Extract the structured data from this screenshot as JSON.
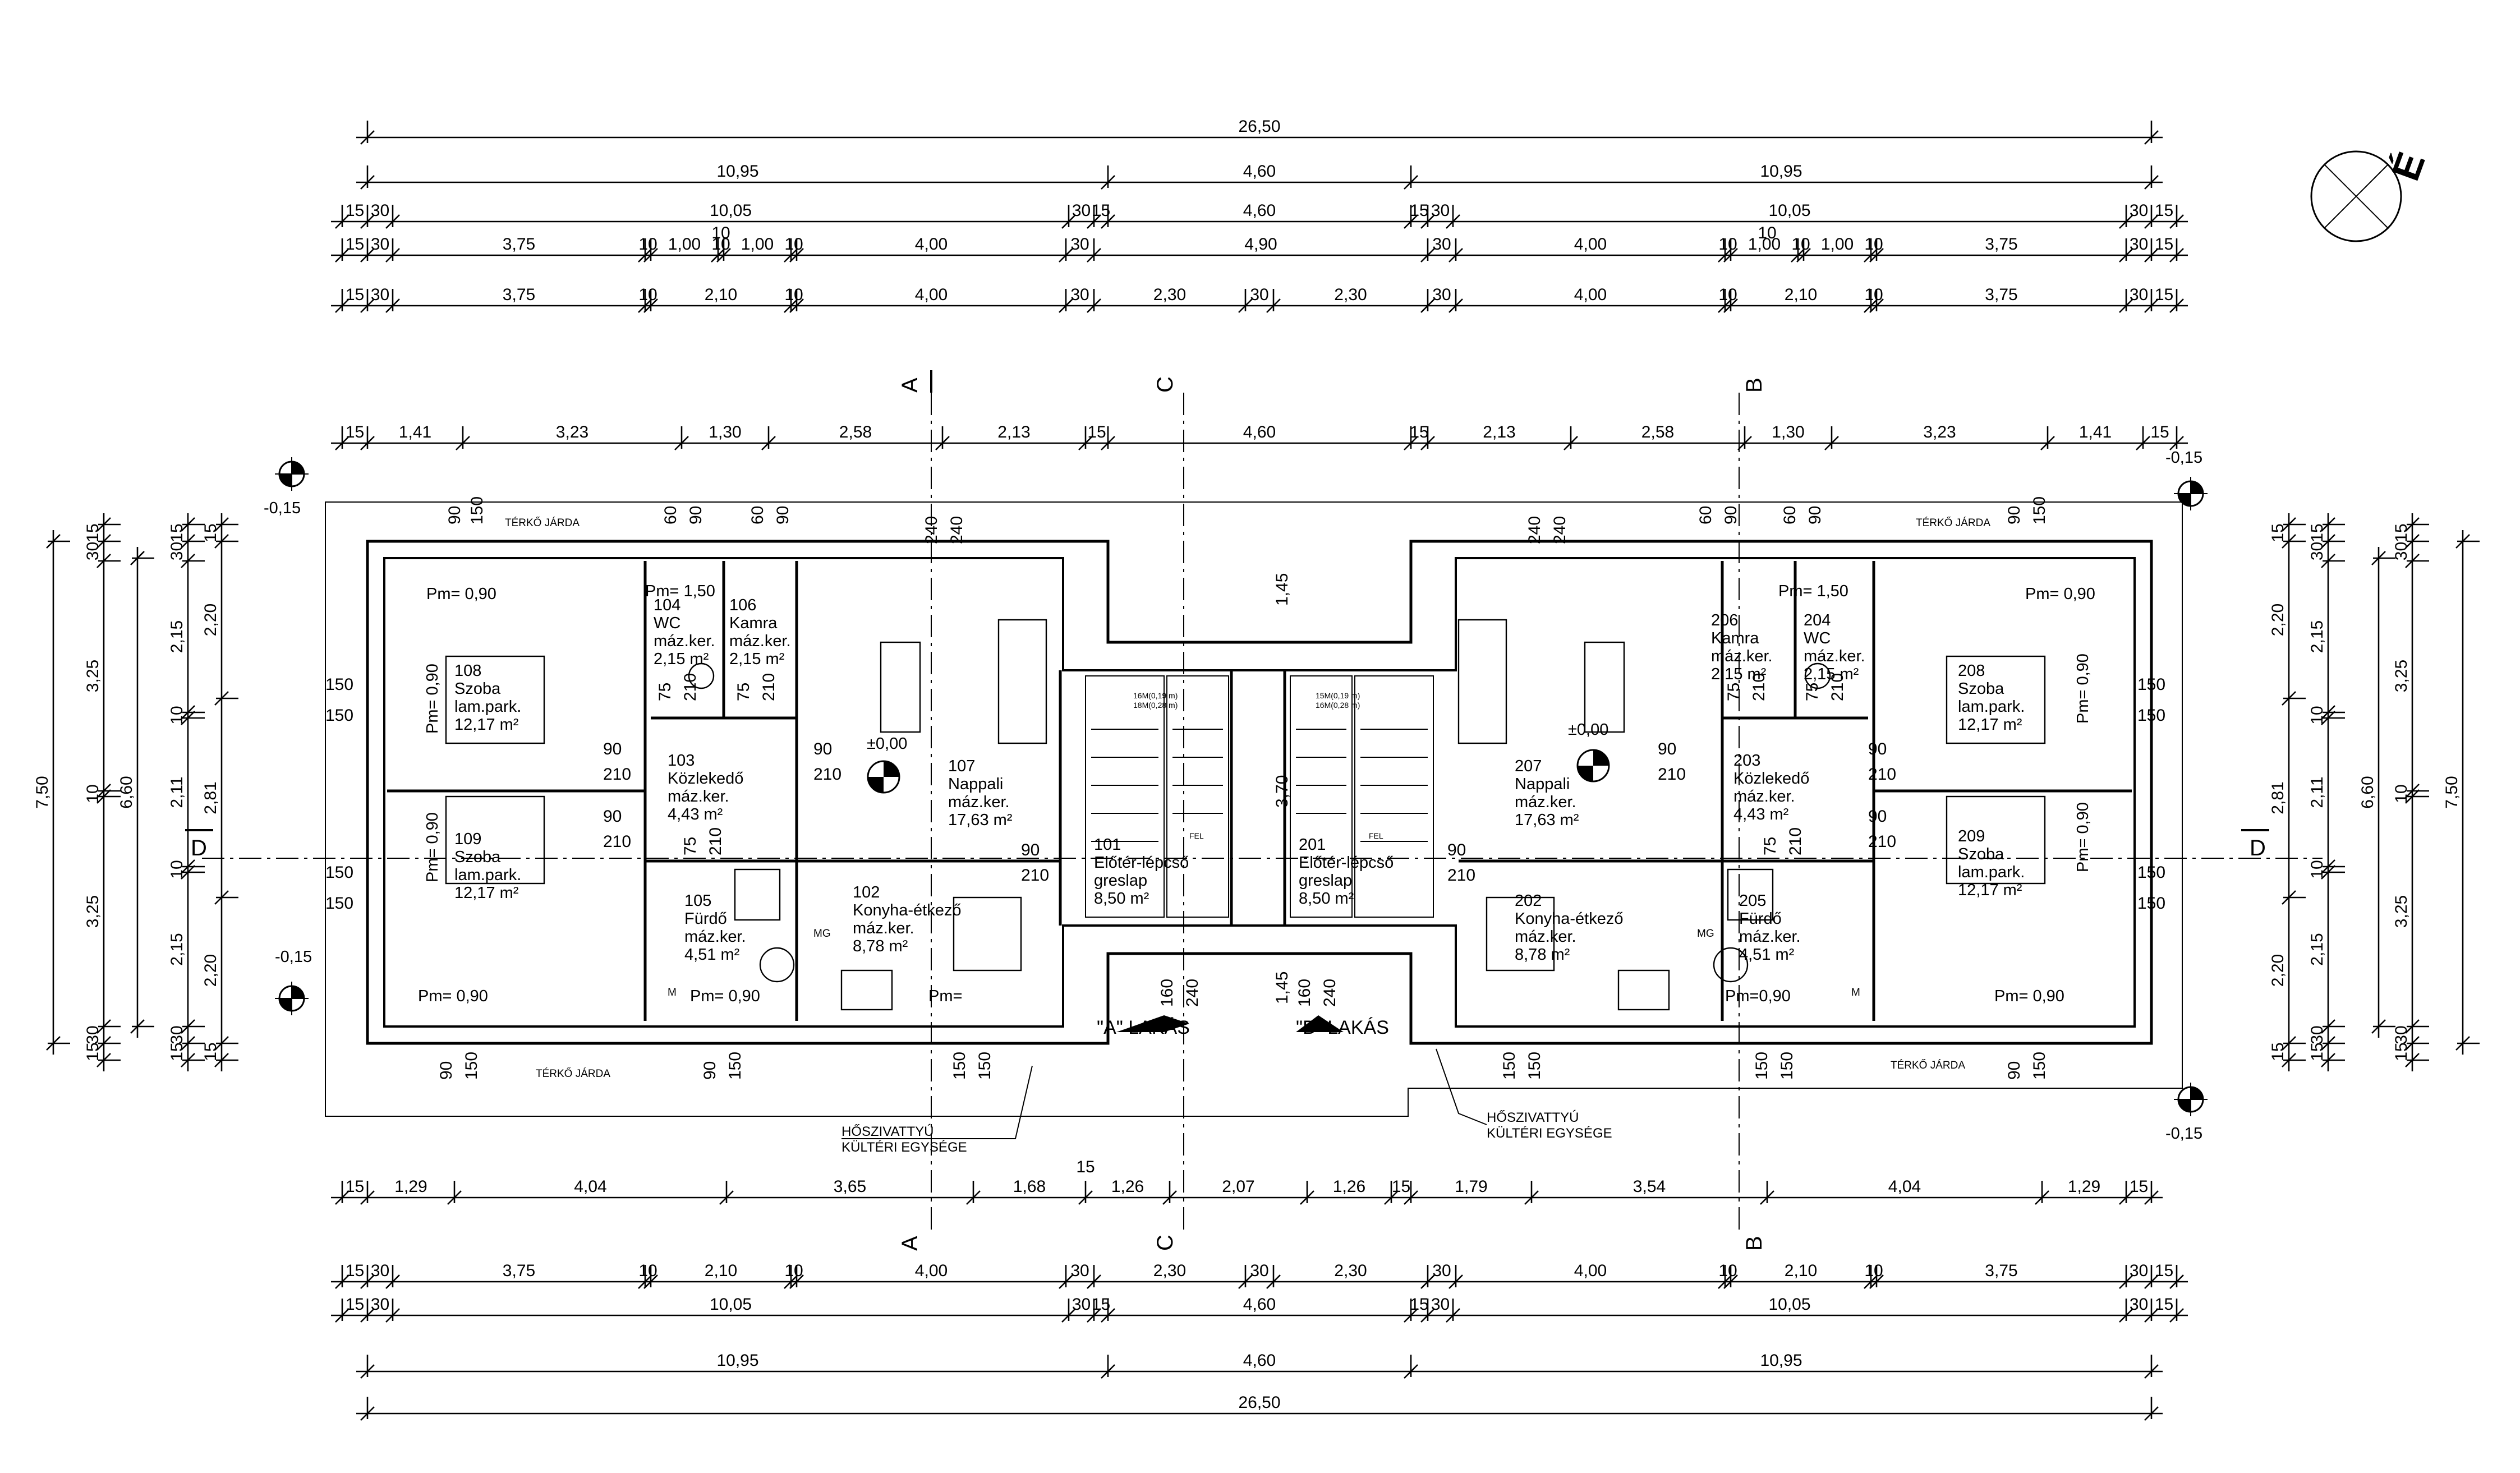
{
  "dims_top": [
    [
      "26,50"
    ],
    [
      "10,95",
      "4,60",
      "10,95"
    ],
    [
      "15",
      "30",
      "10,05",
      "30",
      "15",
      "4,60",
      "15",
      "30",
      "10,05",
      "30",
      "15"
    ],
    [
      "15",
      "30",
      "3,75",
      "10",
      "1,00",
      "10",
      "1,00",
      "10",
      "4,00",
      "30",
      "4,90",
      "30",
      "4,00",
      "10",
      "1,00",
      "10",
      "1,00",
      "10",
      "3,75",
      "30",
      "15"
    ],
    [
      "15",
      "30",
      "3,75",
      "10",
      "2,10",
      "10",
      "4,00",
      "30",
      "2,30",
      "30",
      "2,30",
      "30",
      "4,00",
      "10",
      "2,10",
      "10",
      "3,75",
      "30",
      "15"
    ],
    [
      "15",
      "1,41",
      "3,23",
      "1,30",
      "2,58",
      "2,13",
      "15",
      "4,60",
      "15",
      "2,13",
      "2,58",
      "1,30",
      "3,23",
      "1,41",
      "15"
    ]
  ],
  "dims_top_center_10": "10",
  "dims_bottom": [
    [
      "15",
      "1,29",
      "4,04",
      "3,65",
      "1,68",
      "1,26",
      "2,07",
      "1,26",
      "15",
      "1,79",
      "3,54",
      "4,04",
      "1,29",
      "15"
    ],
    [
      "15",
      "30",
      "3,75",
      "10",
      "2,10",
      "10",
      "4,00",
      "30",
      "2,30",
      "30",
      "2,30",
      "30",
      "4,00",
      "10",
      "2,10",
      "10",
      "3,75",
      "30",
      "15"
    ],
    [
      "15",
      "30",
      "10,05",
      "30",
      "15",
      "4,60",
      "15",
      "30",
      "10,05",
      "30",
      "15"
    ],
    [
      "10,95",
      "4,60",
      "10,95"
    ],
    [
      "26,50"
    ]
  ],
  "dims_bottom_center_15": "15",
  "dims_left": [
    [
      "7,50"
    ],
    [
      "15",
      "30",
      "3,25",
      "10",
      "3,25",
      "30",
      "15"
    ],
    [
      "6,60"
    ],
    [
      "15",
      "30",
      "2,15",
      "10",
      "2,11",
      "10",
      "2,15",
      "30",
      "15"
    ],
    [
      "15",
      "2,20",
      "2,81",
      "2,20",
      "15"
    ]
  ],
  "dims_right": [
    [
      "7,50"
    ],
    [
      "15",
      "30",
      "3,25",
      "10",
      "3,25",
      "30",
      "15"
    ],
    [
      "6,60"
    ],
    [
      "15",
      "30",
      "2,15",
      "10",
      "2,11",
      "10",
      "2,15",
      "30",
      "15"
    ],
    [
      "15",
      "2,20",
      "2,81",
      "2,20",
      "15"
    ]
  ],
  "levels": {
    "top_left": "-0,15",
    "bottom_left": "-0,15",
    "top_right": "-0,15",
    "bottom_right": "-0,15",
    "center_a": "±0,00",
    "center_b": "±0,00"
  },
  "sections": {
    "a": "A",
    "b": "B",
    "c": "C",
    "d": "D"
  },
  "north_label": "É",
  "paving": "TÉRKŐ JÁRDA",
  "heatpump": [
    "HŐSZIVATTYÚ",
    "KÜLTÉRI EGYSÉGE"
  ],
  "apartments": {
    "a": "\"A\" LAKÁS",
    "b": "\"B\" LAKÁS"
  },
  "rooms": {
    "r108": [
      "108",
      "Szoba",
      "lam.park.",
      "12,17 m²"
    ],
    "r109": [
      "109",
      "Szoba",
      "lam.park.",
      "12,17 m²"
    ],
    "r104": [
      "104",
      "WC",
      "máz.ker.",
      "2,15 m²"
    ],
    "r106": [
      "106",
      "Kamra",
      "máz.ker.",
      "2,15 m²"
    ],
    "r103": [
      "103",
      "Közlekedő",
      "máz.ker.",
      "4,43 m²"
    ],
    "r105": [
      "105",
      "Fürdő",
      "máz.ker.",
      "4,51 m²"
    ],
    "r107": [
      "107",
      "Nappali",
      "máz.ker.",
      "17,63 m²"
    ],
    "r102": [
      "102",
      "Konyha-étkező",
      "máz.ker.",
      "8,78 m²"
    ],
    "r101": [
      "101",
      "Előtér-lépcső",
      "greslap",
      "8,50 m²"
    ],
    "r201": [
      "201",
      "Előtér-lépcső",
      "greslap",
      "8,50 m²"
    ],
    "r207": [
      "207",
      "Nappali",
      "máz.ker.",
      "17,63 m²"
    ],
    "r202": [
      "202",
      "Konyha-étkező",
      "máz.ker.",
      "8,78 m²"
    ],
    "r206": [
      "206",
      "Kamra",
      "máz.ker.",
      "2,15 m²"
    ],
    "r204": [
      "204",
      "WC",
      "máz.ker.",
      "2,15 m²"
    ],
    "r203": [
      "203",
      "Közlekedő",
      "máz.ker.",
      "4,43 m²"
    ],
    "r205": [
      "205",
      "Fürdő",
      "máz.ker.",
      "4,51 m²"
    ],
    "r208": [
      "208",
      "Szoba",
      "lam.park.",
      "12,17 m²"
    ],
    "r209": [
      "209",
      "Szoba",
      "lam.park.",
      "12,17 m²"
    ]
  },
  "parapets": {
    "p090": "Pm= 0,90",
    "p150": "Pm= 1,50",
    "pm90": "Pm=0,90",
    "pm0": "Pm="
  },
  "stair_notes": {
    "a": "16M(0,19 m)",
    "a2": "18M(0,28 m)",
    "b": "15M(0,19 m)",
    "b2": "16M(0,28 m)",
    "fel": "FEL"
  },
  "openings": {
    "o90": "90",
    "o150": "150",
    "o60": "60",
    "o240": "240",
    "o210": "210",
    "o75": "75",
    "o160": "160",
    "o145": "1,45",
    "o370": "3,70",
    "o15": "15",
    "o30": "30",
    "mg": "MG",
    "m": "M"
  }
}
